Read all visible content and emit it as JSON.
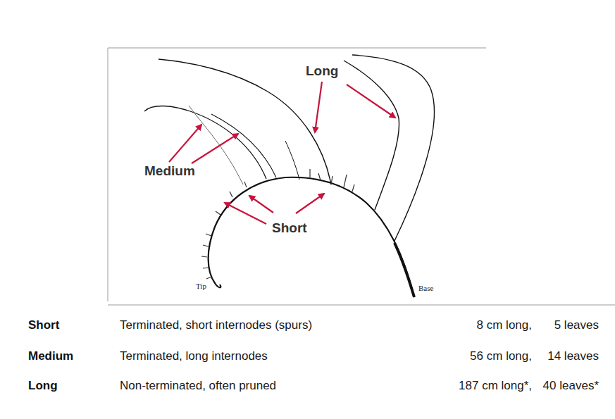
{
  "diagram": {
    "labels": [
      "Long",
      "Medium",
      "Short",
      "Tip",
      "Base",
      "Short",
      "Terminated, short internodes (spurs)",
      "8 cm long,",
      "5 leaves",
      "Medium",
      "Terminated, long internodes",
      "56 cm long,",
      "14 leaves",
      "Long",
      "Non-terminated, often pruned",
      "187 cm long*,",
      "40 leaves*"
    ]
  }
}
